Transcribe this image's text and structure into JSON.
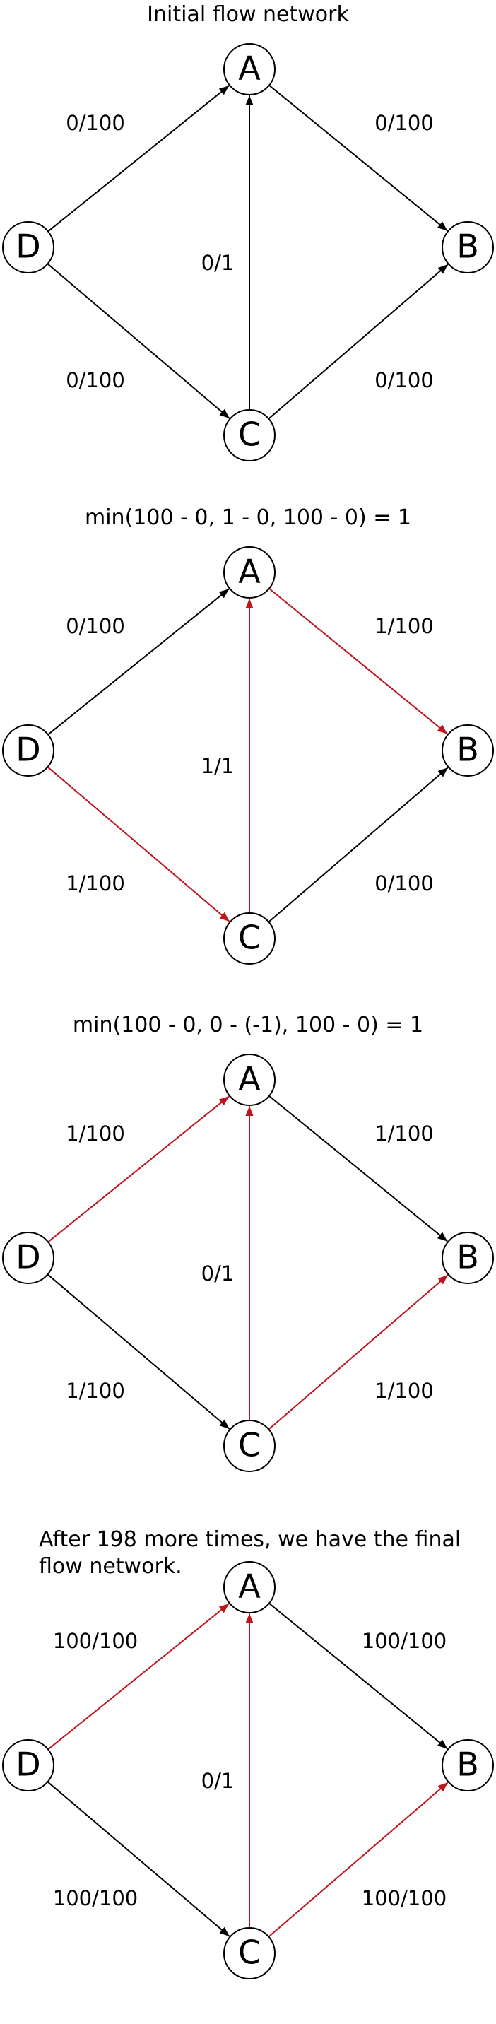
{
  "colors": {
    "normal": "#000000",
    "augmenting": "#c0141c",
    "node_fill": "#ffffff"
  },
  "node_labels": {
    "A": "A",
    "B": "B",
    "C": "C",
    "D": "D"
  },
  "panels": [
    {
      "caption": "Initial flow network",
      "edges": [
        {
          "from": "D",
          "to": "A",
          "label": "0/100",
          "highlight": false
        },
        {
          "from": "A",
          "to": "B",
          "label": "0/100",
          "highlight": false
        },
        {
          "from": "C",
          "to": "A",
          "label": "0/1",
          "highlight": false
        },
        {
          "from": "D",
          "to": "C",
          "label": "0/100",
          "highlight": false
        },
        {
          "from": "C",
          "to": "B",
          "label": "0/100",
          "highlight": false
        }
      ]
    },
    {
      "caption": "min(100 - 0, 1 - 0, 100 - 0) = 1",
      "edges": [
        {
          "from": "D",
          "to": "A",
          "label": "0/100",
          "highlight": false
        },
        {
          "from": "A",
          "to": "B",
          "label": "1/100",
          "highlight": true
        },
        {
          "from": "C",
          "to": "A",
          "label": "1/1",
          "highlight": true
        },
        {
          "from": "D",
          "to": "C",
          "label": "1/100",
          "highlight": true
        },
        {
          "from": "C",
          "to": "B",
          "label": "0/100",
          "highlight": false
        }
      ]
    },
    {
      "caption": "min(100 - 0, 0 - (-1), 100 - 0) = 1",
      "edges": [
        {
          "from": "D",
          "to": "A",
          "label": "1/100",
          "highlight": true
        },
        {
          "from": "A",
          "to": "B",
          "label": "1/100",
          "highlight": false
        },
        {
          "from": "C",
          "to": "A",
          "label": "0/1",
          "highlight": true
        },
        {
          "from": "D",
          "to": "C",
          "label": "1/100",
          "highlight": false
        },
        {
          "from": "C",
          "to": "B",
          "label": "1/100",
          "highlight": true
        }
      ]
    },
    {
      "caption": "After 198 more times, we have the final flow network.",
      "edges": [
        {
          "from": "D",
          "to": "A",
          "label": "100/100",
          "highlight": true
        },
        {
          "from": "A",
          "to": "B",
          "label": "100/100",
          "highlight": false
        },
        {
          "from": "C",
          "to": "A",
          "label": "0/1",
          "highlight": true
        },
        {
          "from": "D",
          "to": "C",
          "label": "100/100",
          "highlight": false
        },
        {
          "from": "C",
          "to": "B",
          "label": "100/100",
          "highlight": true
        }
      ]
    }
  ]
}
